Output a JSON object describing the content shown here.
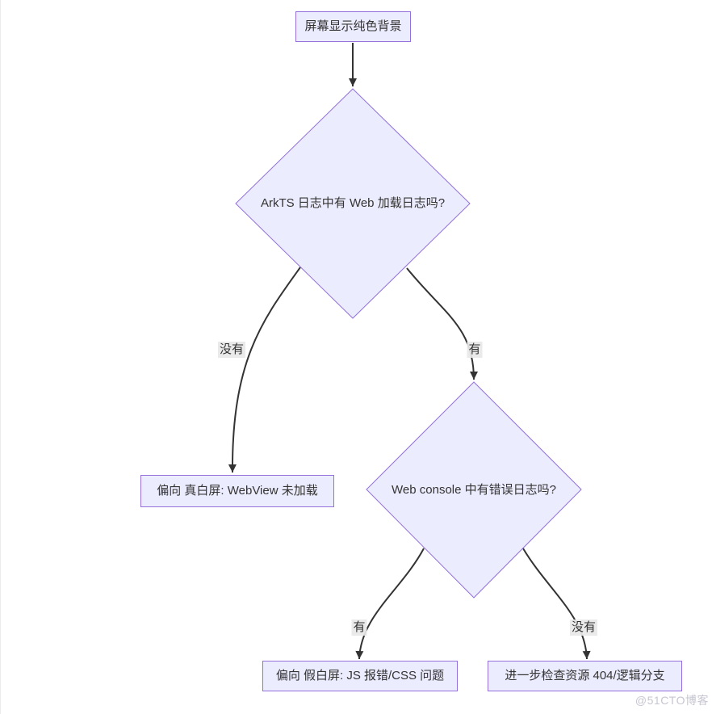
{
  "page": {
    "background": "#ffffff",
    "watermark": "@51CTO博客"
  },
  "diagram": {
    "type": "flowchart",
    "direction": "top-down",
    "colors": {
      "node_fill": "#ECECFF",
      "node_border": "#9370DB",
      "edge_stroke": "#333333",
      "text": "#333333",
      "edge_label_bg": "#e8e8e8",
      "watermark_text": "#c6c6d2"
    },
    "nodes": {
      "start": {
        "shape": "rect",
        "label": "屏幕显示纯色背景"
      },
      "decision1": {
        "shape": "diamond",
        "label": "ArkTS 日志中有 Web 加载日志吗?"
      },
      "result_true_white": {
        "shape": "rect",
        "label": "偏向 真白屏: WebView 未加载"
      },
      "decision2": {
        "shape": "diamond",
        "label": "Web console 中有错误日志吗?"
      },
      "result_false_white": {
        "shape": "rect",
        "label": "偏向 假白屏: JS 报错/CSS 问题"
      },
      "result_further_check": {
        "shape": "rect",
        "label": "进一步检查资源 404/逻辑分支"
      }
    },
    "edges": [
      {
        "from": "start",
        "to": "decision1",
        "label": ""
      },
      {
        "from": "decision1",
        "to": "result_true_white",
        "label": "没有"
      },
      {
        "from": "decision1",
        "to": "decision2",
        "label": "有"
      },
      {
        "from": "decision2",
        "to": "result_false_white",
        "label": "有"
      },
      {
        "from": "decision2",
        "to": "result_further_check",
        "label": "没有"
      }
    ]
  }
}
